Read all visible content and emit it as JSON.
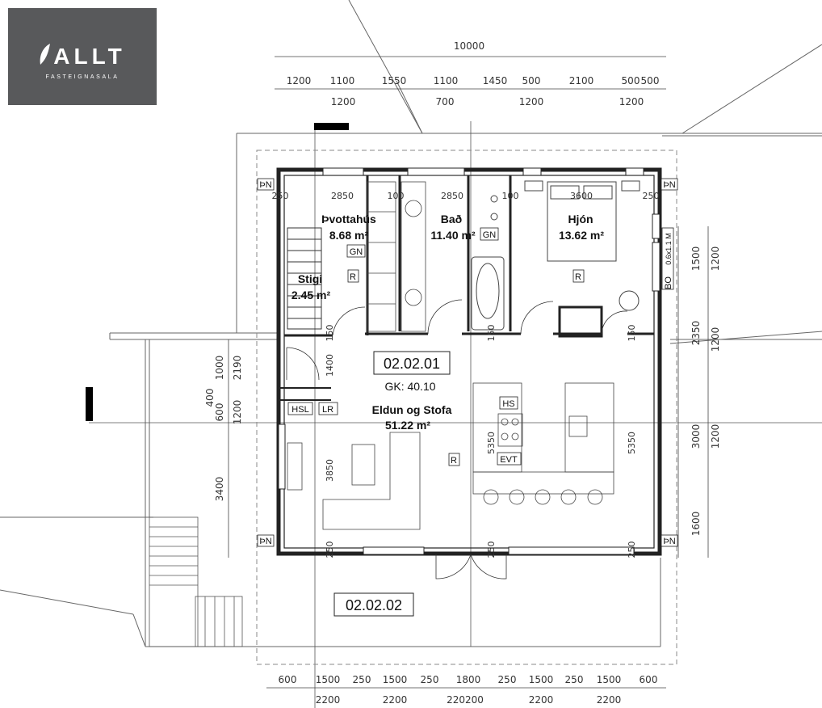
{
  "logo": {
    "brand": "ALLT",
    "sub": "FASTEIGNASALA"
  },
  "dims_top": {
    "total": "10000",
    "row1": [
      "1200",
      "1100",
      "1550",
      "1100",
      "1450",
      "500",
      "2100",
      "500",
      "500"
    ],
    "row2": [
      "1200",
      "700",
      "1200",
      "1200"
    ]
  },
  "dims_bottom": {
    "row1": [
      "600",
      "1500",
      "250",
      "1500",
      "250",
      "1800",
      "250",
      "1500",
      "250",
      "1500",
      "600"
    ],
    "row2": [
      "2200",
      "2200",
      "220",
      "200",
      "2200",
      "2200"
    ]
  },
  "dims_right": [
    "1500",
    "1200",
    "2350",
    "3000",
    "1200",
    "1200",
    "1600"
  ],
  "dims_left": [
    "1000",
    "2190",
    "400",
    "600",
    "1200",
    "3400"
  ],
  "dims_inner": {
    "top": [
      "250",
      "2850",
      "100",
      "2850",
      "100",
      "3600",
      "250"
    ],
    "bottom": [
      "250",
      "250",
      "250"
    ],
    "vertical": [
      "150",
      "1400",
      "150",
      "150",
      "5350",
      "5350",
      "3850"
    ]
  },
  "rooms": {
    "laundry": {
      "name": "Þvottahús",
      "area": "8.68 m²"
    },
    "bath": {
      "name": "Bað",
      "area": "11.40 m²"
    },
    "master": {
      "name": "Hjón",
      "area": "13.62 m²"
    },
    "stairs": {
      "name": "Stigi",
      "area": "2.45 m²"
    },
    "living": {
      "name": "Eldun og Stofa",
      "area": "51.22 m²"
    }
  },
  "unit_main": "02.02.01",
  "gk": "GK: 40.10",
  "unit_terrace": "02.02.02",
  "tags": {
    "gn": "GN",
    "r": "R",
    "hs": "HS",
    "evt": "EVT",
    "hsl": "HSL",
    "lr": "LR",
    "pn": "ÞN",
    "bo": "BO",
    "window": "0.6x1.1 M"
  }
}
